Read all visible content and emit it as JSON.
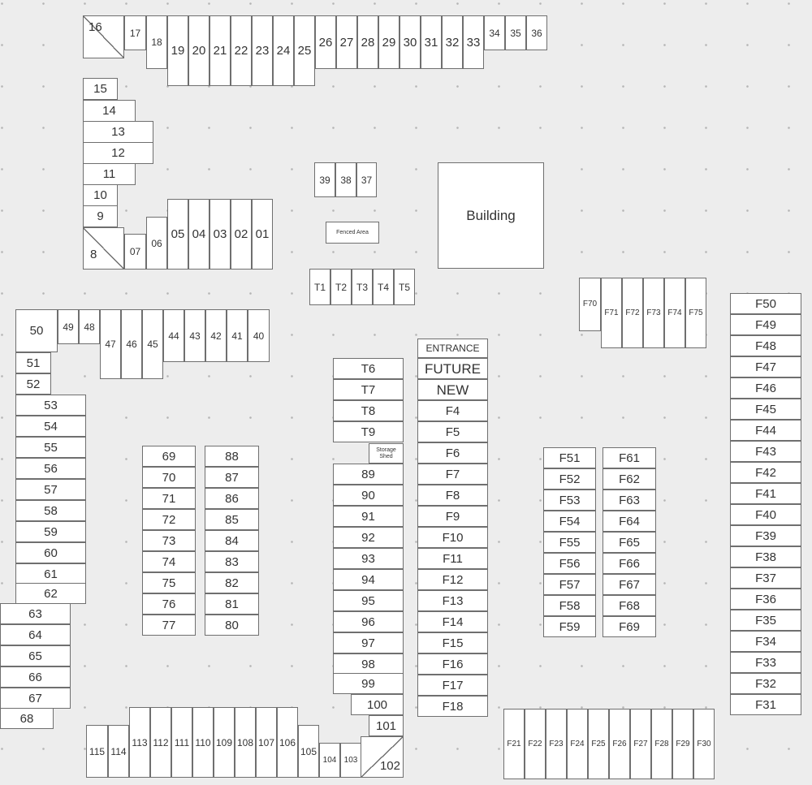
{
  "units": [
    "16",
    "17",
    "18",
    "19",
    "20",
    "21",
    "22",
    "23",
    "24",
    "25",
    "26",
    "27",
    "28",
    "29",
    "30",
    "31",
    "32",
    "33",
    "34",
    "35",
    "36",
    "15",
    "14",
    "13",
    "12",
    "11",
    "10",
    "9",
    "8",
    "07",
    "06",
    "05",
    "04",
    "03",
    "02",
    "01",
    "39",
    "38",
    "37",
    "Fenced Area",
    "Building",
    "T1",
    "T2",
    "T3",
    "T4",
    "T5",
    "F70",
    "F71",
    "F72",
    "F73",
    "F74",
    "F75",
    "50",
    "49",
    "48",
    "47",
    "46",
    "45",
    "44",
    "43",
    "42",
    "41",
    "40",
    "51",
    "52",
    "53",
    "54",
    "55",
    "56",
    "57",
    "58",
    "59",
    "60",
    "61",
    "62",
    "63",
    "64",
    "65",
    "66",
    "67",
    "68",
    "69",
    "70",
    "71",
    "72",
    "73",
    "74",
    "75",
    "76",
    "77",
    "88",
    "87",
    "86",
    "85",
    "84",
    "83",
    "82",
    "81",
    "80",
    "T6",
    "T7",
    "T8",
    "T9",
    "Storage Shed",
    "89",
    "90",
    "91",
    "92",
    "93",
    "94",
    "95",
    "96",
    "97",
    "98",
    "99",
    "100",
    "101",
    "102",
    "ENTRANCE",
    "FUTURE",
    "NEW",
    "F4",
    "F5",
    "F6",
    "F7",
    "F8",
    "F9",
    "F10",
    "F11",
    "F12",
    "F13",
    "F14",
    "F15",
    "F16",
    "F17",
    "F18",
    "F51",
    "F52",
    "F53",
    "F54",
    "F55",
    "F56",
    "F57",
    "F58",
    "F59",
    "F61",
    "F62",
    "F63",
    "F64",
    "F65",
    "F66",
    "F67",
    "F68",
    "F69",
    "F50",
    "F49",
    "F48",
    "F47",
    "F46",
    "F45",
    "F44",
    "F43",
    "F42",
    "F41",
    "F40",
    "F39",
    "F38",
    "F37",
    "F36",
    "F35",
    "F34",
    "F33",
    "F32",
    "F31",
    "115",
    "114",
    "113",
    "112",
    "111",
    "110",
    "109",
    "108",
    "107",
    "106",
    "105",
    "104",
    "103",
    "F21",
    "F22",
    "F23",
    "F24",
    "F25",
    "F26",
    "F27",
    "F28",
    "F29",
    "F30"
  ]
}
